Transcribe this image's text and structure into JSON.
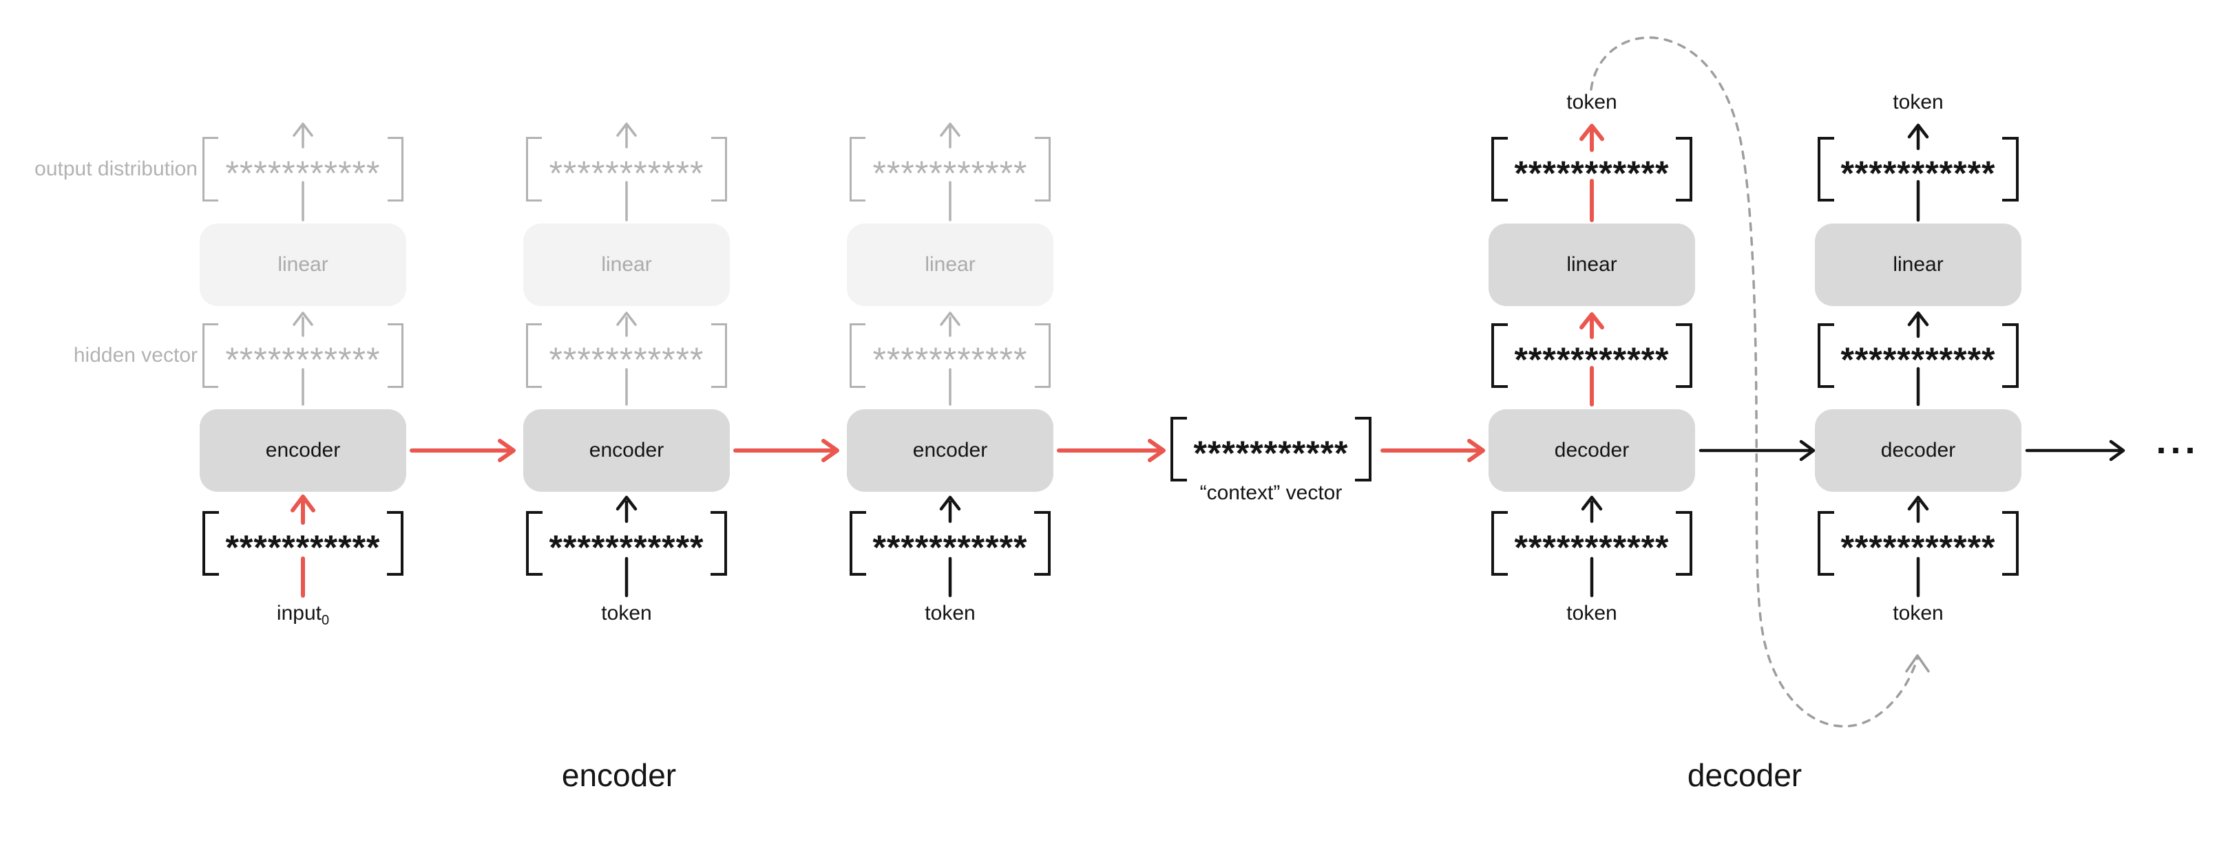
{
  "colors": {
    "accent_red": "#e9574f",
    "box_gray": "#d9d9d9",
    "faded_box": "#f3f3f3",
    "faded_gray": "#b2b2b2",
    "faded_text": "#ababab",
    "dashed_gray": "#9e9e9e",
    "ink": "#141414"
  },
  "diagram": {
    "side_labels": {
      "output_distribution": "output distribution",
      "hidden_vector": "hidden vector"
    },
    "vector_text": "***********",
    "section_labels": {
      "encoder": "encoder",
      "decoder": "decoder"
    },
    "context": {
      "label": "“context” vector"
    },
    "ellipsis": "...",
    "columns": [
      {
        "box_label": "encoder",
        "linear_label": "linear",
        "bottom_label": "input",
        "bottom_label_sub": "0"
      },
      {
        "box_label": "encoder",
        "linear_label": "linear",
        "bottom_label": "token",
        "bottom_label_sub": ""
      },
      {
        "box_label": "encoder",
        "linear_label": "linear",
        "bottom_label": "token",
        "bottom_label_sub": ""
      },
      {
        "box_label": "decoder",
        "linear_label": "linear",
        "bottom_label": "token",
        "bottom_label_sub": "",
        "top_label": "token"
      },
      {
        "box_label": "decoder",
        "linear_label": "linear",
        "bottom_label": "token",
        "bottom_label_sub": "",
        "top_label": "token"
      }
    ]
  }
}
